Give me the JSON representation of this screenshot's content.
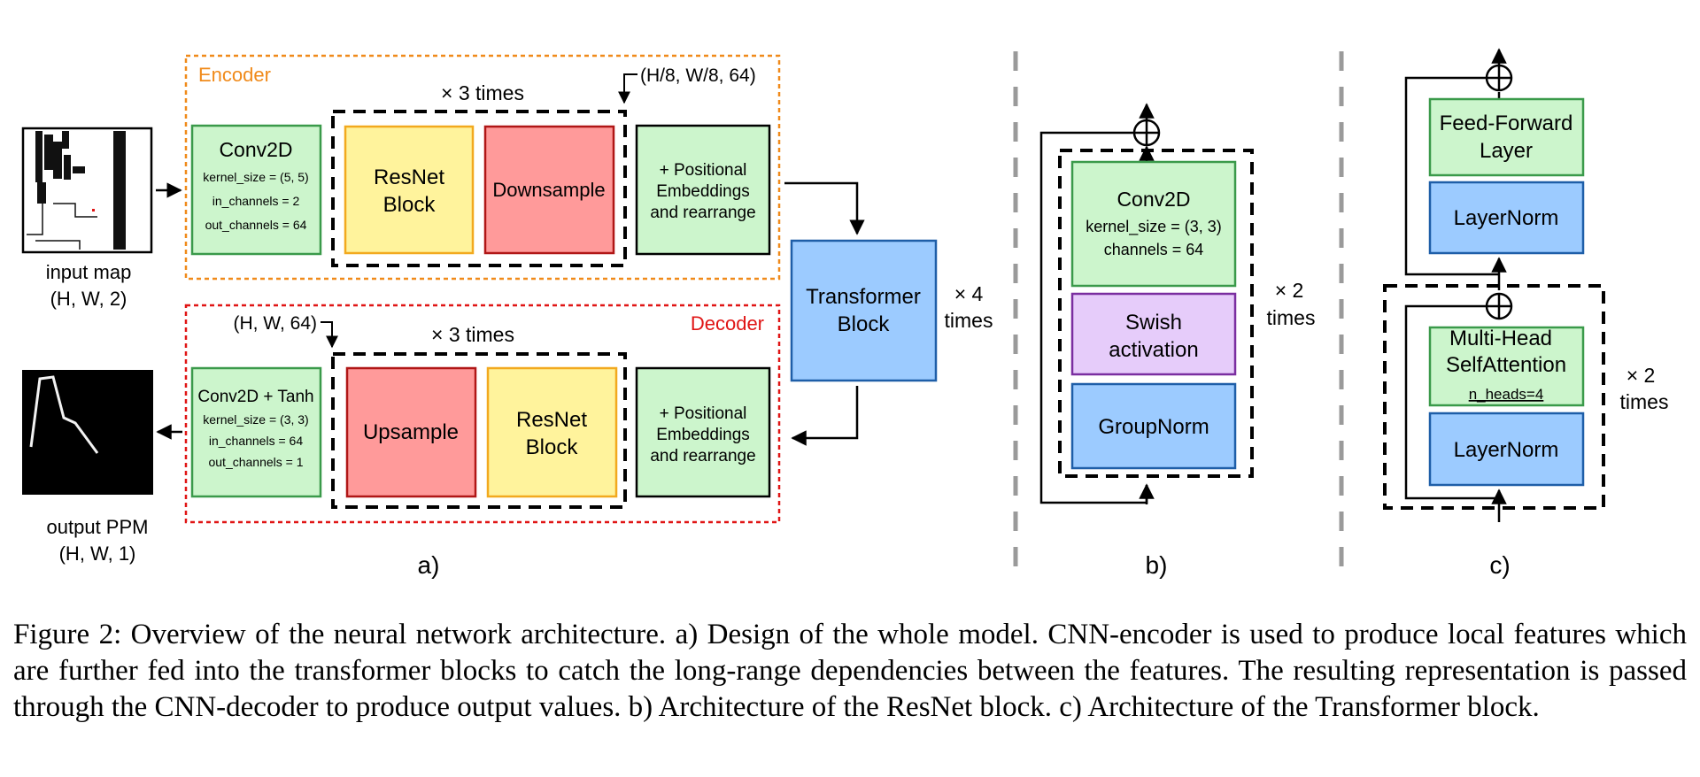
{
  "panel_a": {
    "encoder_label": "Encoder",
    "decoder_label": "Decoder",
    "input_map": {
      "label": "input map",
      "shape": "(H, W, 2)"
    },
    "output_ppm": {
      "label": "output PPM",
      "shape": "(H, W, 1)"
    },
    "encoder_conv": {
      "title": "Conv2D",
      "params": [
        "kernel_size = (5, 5)",
        "in_channels = 2",
        "out_channels = 64"
      ]
    },
    "encoder_repeat": "× 3 times",
    "encoder_resnet": [
      "ResNet",
      "Block"
    ],
    "encoder_downsample": "Downsample",
    "encoder_shape": "(H/8, W/8, 64)",
    "encoder_posemb": [
      "+ Positional",
      "Embeddings",
      "and rearrange"
    ],
    "transformer_block": [
      "Transformer",
      "Block"
    ],
    "transformer_repeat": [
      "× 4",
      "times"
    ],
    "decoder_shape": "(H, W, 64)",
    "decoder_repeat": "× 3 times",
    "decoder_posemb": [
      "+ Positional",
      "Embeddings",
      "and rearrange"
    ],
    "decoder_upsample": "Upsample",
    "decoder_resnet": [
      "ResNet",
      "Block"
    ],
    "decoder_conv": {
      "title": "Conv2D + Tanh",
      "params": [
        "kernel_size = (3, 3)",
        "in_channels = 64",
        "out_channels = 1"
      ]
    },
    "label": "a)"
  },
  "panel_b": {
    "conv": {
      "title": "Conv2D",
      "params": [
        "kernel_size = (3, 3)",
        "channels = 64"
      ]
    },
    "swish": [
      "Swish",
      "activation"
    ],
    "groupnorm": "GroupNorm",
    "repeat": [
      "× 2",
      "times"
    ],
    "label": "b)"
  },
  "panel_c": {
    "ffn": [
      "Feed-Forward",
      "Layer"
    ],
    "layernorm_top": "LayerNorm",
    "mhsa": [
      "Multi-Head",
      "SelfAttention"
    ],
    "n_heads": "n_heads=4",
    "layernorm_bottom": "LayerNorm",
    "repeat": [
      "× 2",
      "times"
    ],
    "label": "c)"
  },
  "caption": "Figure 2: Overview of the neural network architecture. a) Design of the whole model. CNN-encoder is used to produce local features which are further fed into the transformer blocks to catch the long-range dependencies between the features. The resulting representation is passed through the CNN-decoder to produce output values. b) Architecture of the ResNet block. c) Architecture of the Transformer block.",
  "colors": {
    "green_fill": "#ccf5cc",
    "green_stroke": "#3a9a4a",
    "yellow_fill": "#fff39c",
    "yellow_stroke": "#f2a91e",
    "red_fill": "#ff9a9a",
    "red_stroke": "#b01616",
    "blue_fill": "#9ccbff",
    "blue_stroke": "#1e5ea8",
    "purple_fill": "#e6ccfa",
    "purple_stroke": "#7a2ea0",
    "encoder_accent": "#f08a1a",
    "decoder_accent": "#e01515",
    "separator": "#9a9a9a"
  }
}
